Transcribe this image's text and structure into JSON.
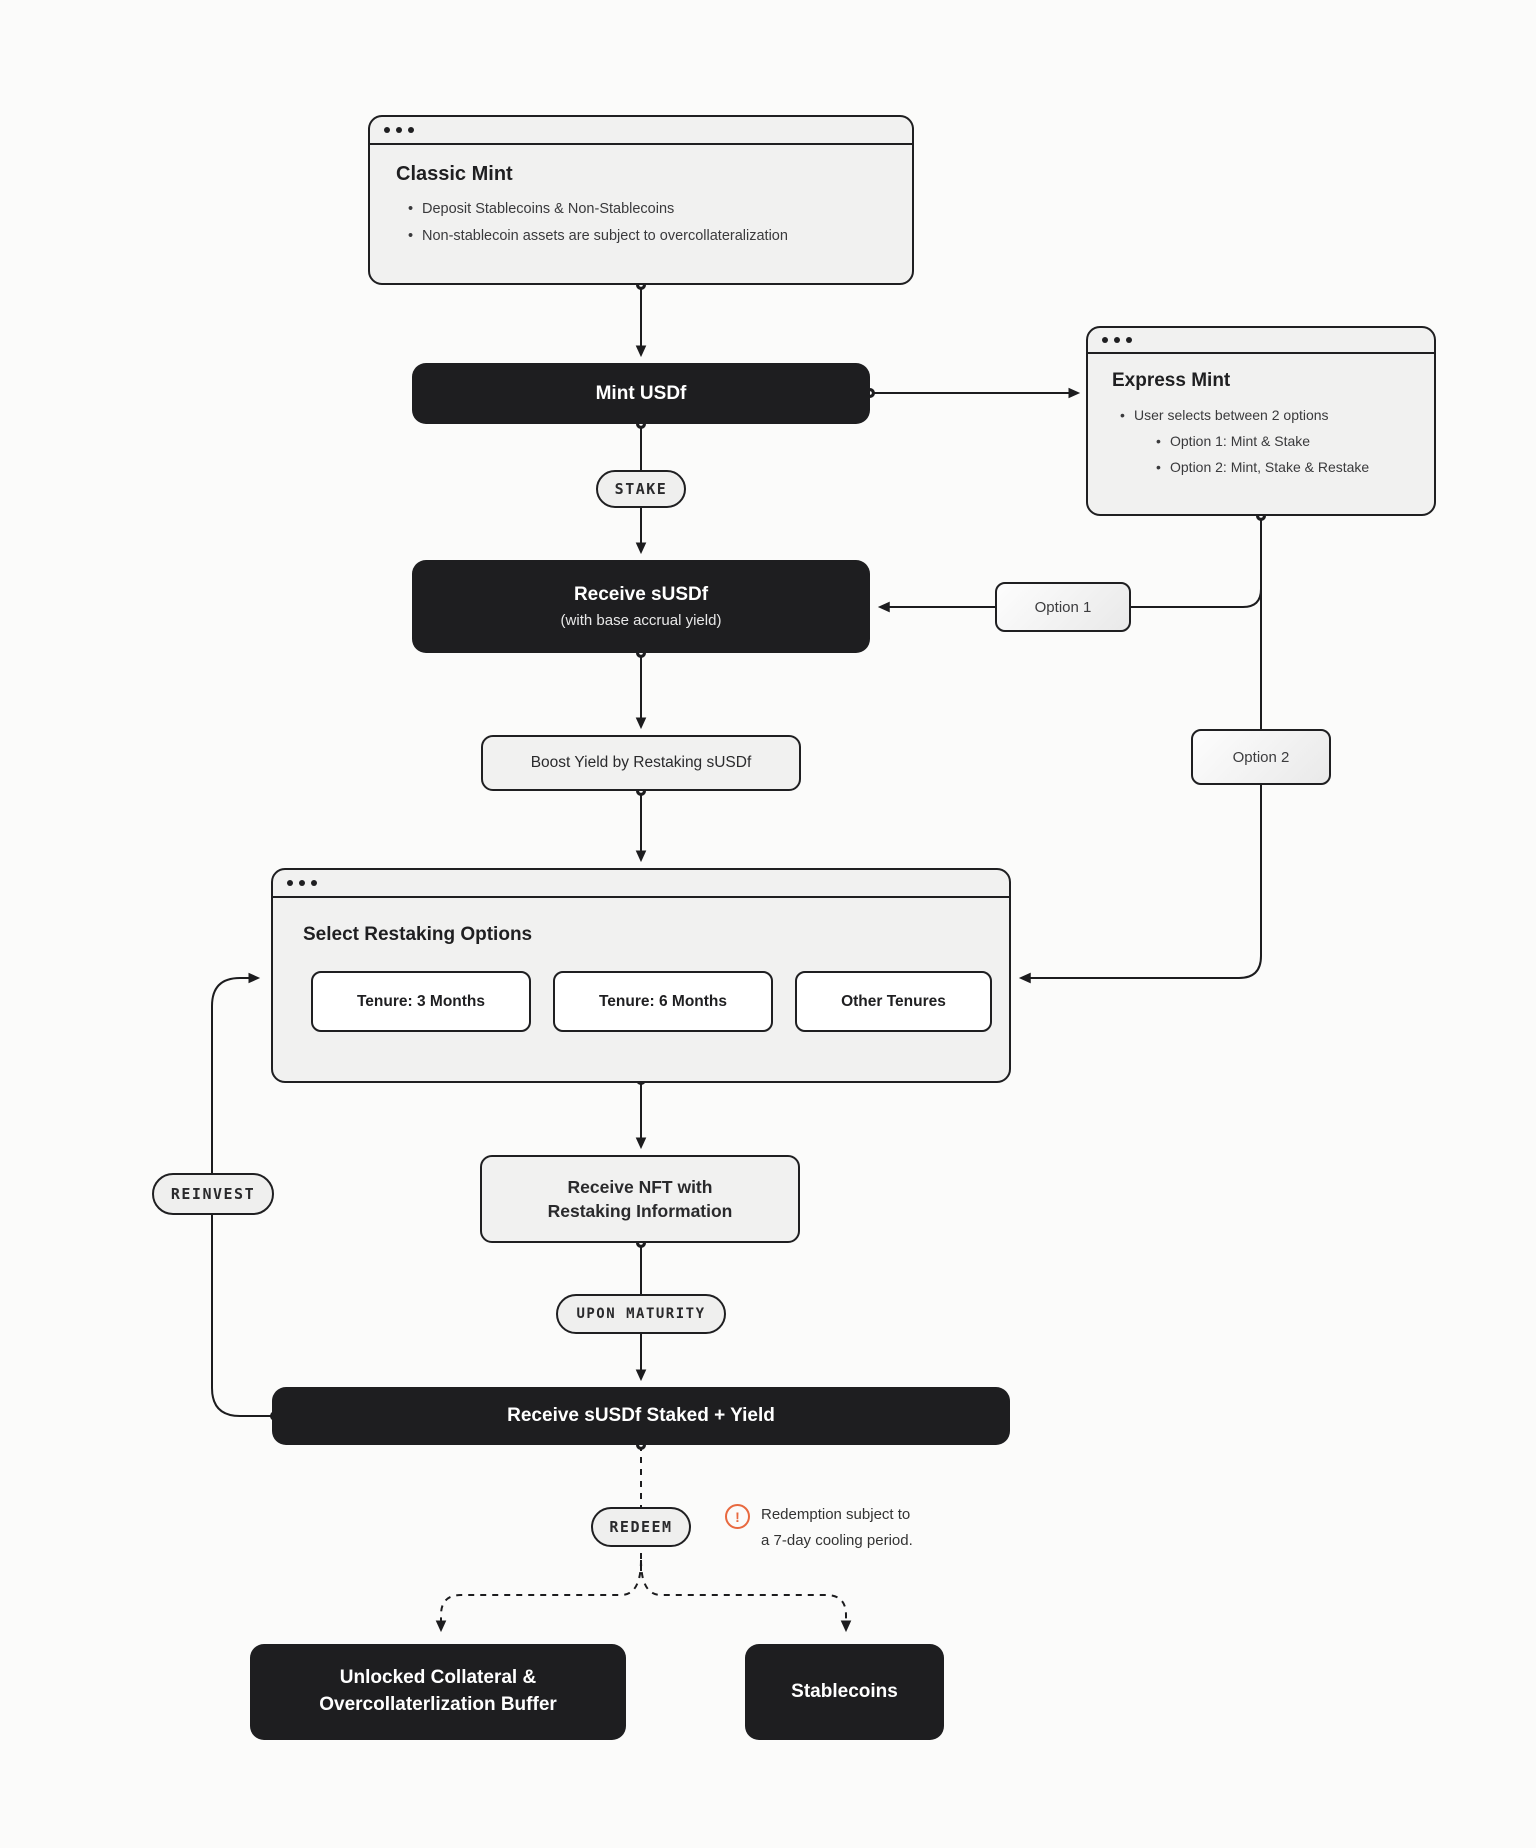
{
  "classic_mint": {
    "title": "Classic Mint",
    "bullets": [
      "Deposit Stablecoins & Non-Stablecoins",
      "Non-stablecoin assets are subject to overcollateralization"
    ]
  },
  "mint_usdf": {
    "label": "Mint USDf"
  },
  "express_mint": {
    "title": "Express Mint",
    "bullet": "User selects between 2 options",
    "options": [
      "Option 1: Mint & Stake",
      "Option 2: Mint, Stake & Restake"
    ]
  },
  "labels": {
    "stake": "STAKE",
    "option1": "Option 1",
    "option2": "Option 2",
    "reinvest": "REINVEST",
    "upon_maturity": "UPON MATURITY",
    "redeem": "REDEEM"
  },
  "receive_susdf": {
    "title": "Receive sUSDf",
    "subtitle": "(with base accrual yield)"
  },
  "boost": {
    "label": "Boost Yield by Restaking sUSDf"
  },
  "select_restaking": {
    "title": "Select Restaking Options",
    "tenures": [
      "Tenure: 3 Months",
      "Tenure: 6 Months",
      "Other Tenures"
    ]
  },
  "receive_nft": {
    "line1": "Receive NFT with",
    "line2": "Restaking Information"
  },
  "receive_staked": {
    "label": "Receive sUSDf Staked + Yield"
  },
  "redemption_note": {
    "line1": "Redemption subject to",
    "line2": "a 7-day cooling period."
  },
  "outputs": {
    "unlocked_line1": "Unlocked Collateral &",
    "unlocked_line2": "Overcollaterlization Buffer",
    "stablecoins": "Stablecoins"
  },
  "colors": {
    "node_dark": "#1e1e20",
    "line": "#1c1c1e",
    "panel_bg": "#f1f1f0",
    "warning_orange": "#e8693f"
  }
}
